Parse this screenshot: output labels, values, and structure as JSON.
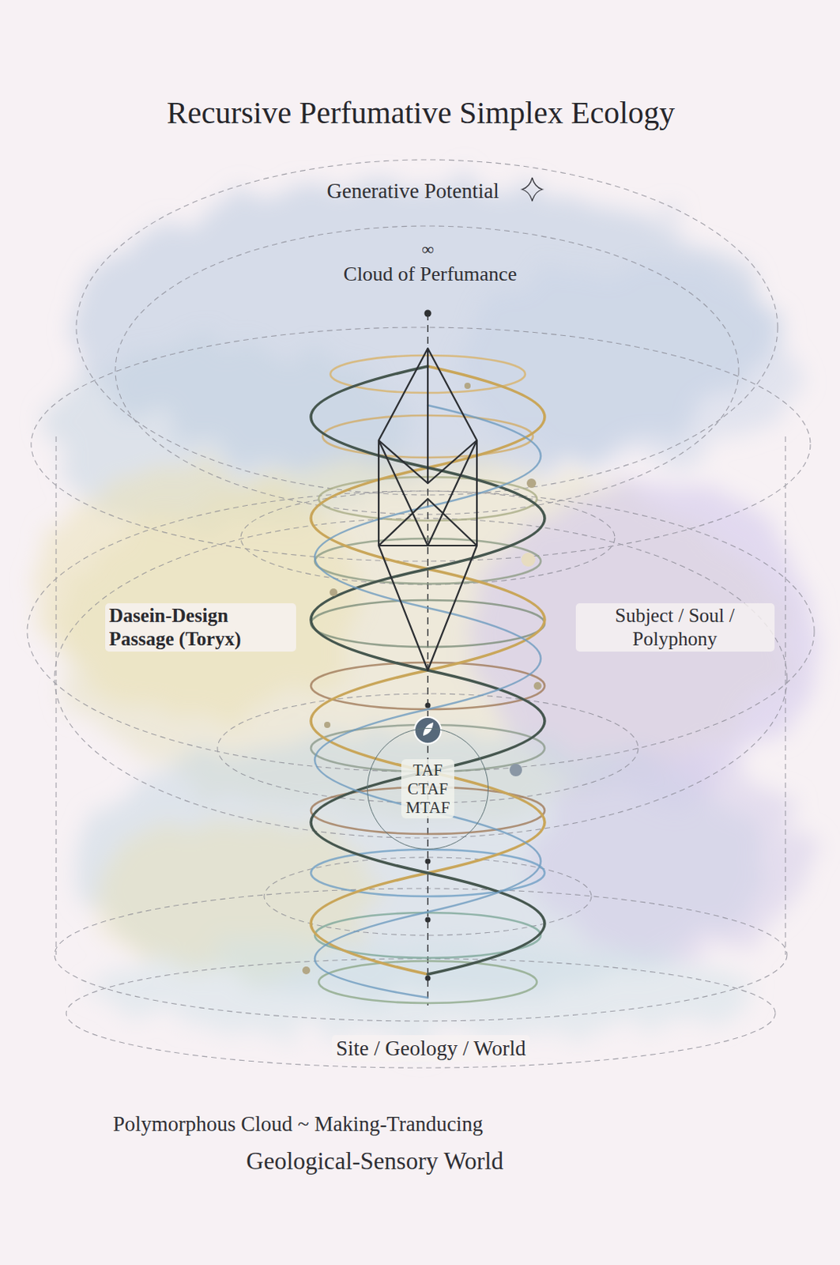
{
  "diagram": {
    "title": "Recursive Perfumative Simplex Ecology",
    "caption": "Polymorphous Cloud ~ Making-Tranducing",
    "nodes": [
      {
        "text": [
          "TAF CTAF MTAF"
        ]
      }
    ],
    "labels": [
      "Generative Potential",
      "∞",
      "Cloud of Perfumance",
      "Dasein-Design Passage (Toryx)",
      "Subject / Soul / Polyphony",
      "Site / Geology / World",
      "Geological-Sensory World"
    ]
  }
}
